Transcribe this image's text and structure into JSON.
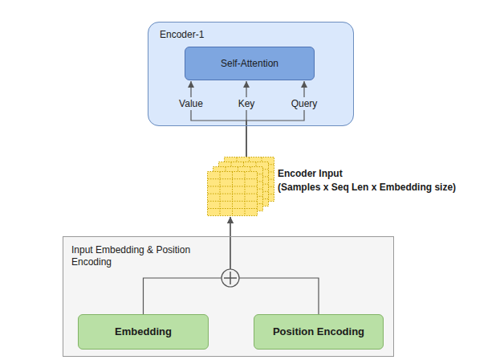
{
  "diagram": {
    "nodes": [
      {
        "text": [
          "Encoder-1"
        ]
      },
      {
        "text": [
          "Self-Attention"
        ],
        "in": 0
      },
      {
        "text": [
          "Encoder Input",
          "(Samples x Seq Len x Embedding size)"
        ]
      },
      {
        "text": [
          "Input Embedding & Position Encoding"
        ]
      },
      {
        "text": [
          "Embedding"
        ],
        "in": 3
      },
      {
        "text": [
          "Position Encoding"
        ],
        "in": 3
      }
    ],
    "edges": [
      {
        "from": 4,
        "to": 2,
        "arrow": "to"
      },
      {
        "from": 5,
        "to": 2,
        "arrow": "to"
      },
      {
        "from": 2,
        "to": 1,
        "label": "Value",
        "arrow": "to"
      },
      {
        "from": 2,
        "to": 1,
        "label": "Key",
        "arrow": "to"
      },
      {
        "from": 2,
        "to": 1,
        "label": "Query",
        "arrow": "to"
      }
    ]
  }
}
